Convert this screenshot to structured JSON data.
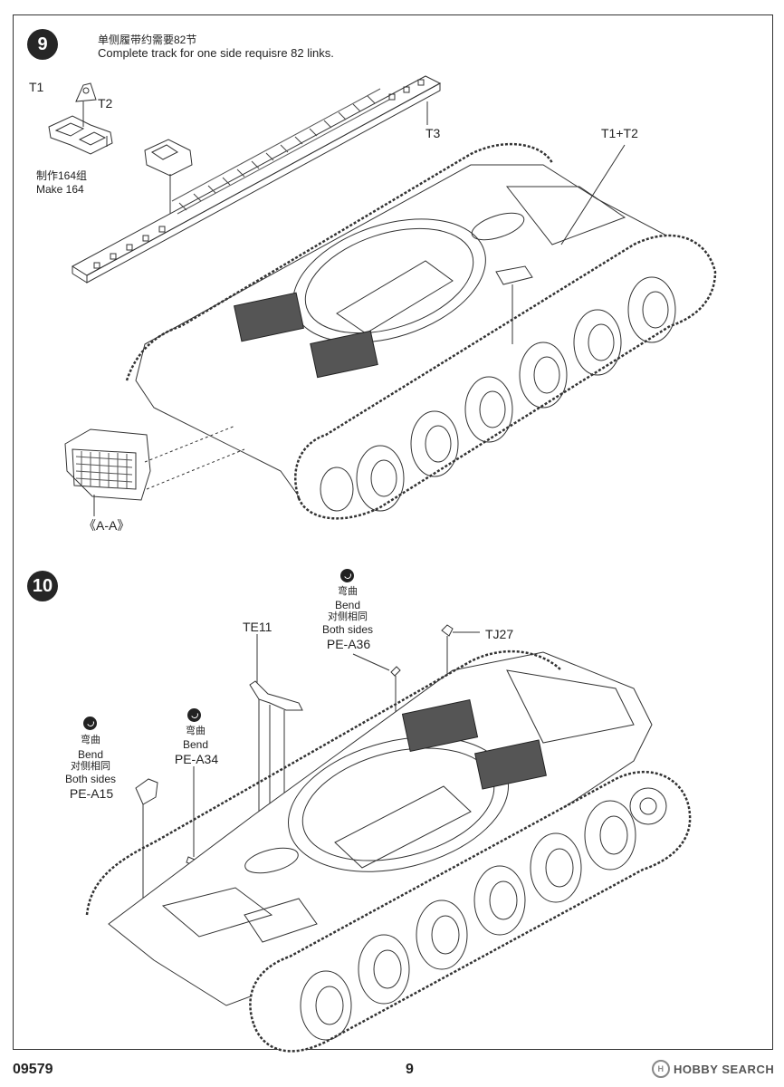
{
  "step9": {
    "number": "9",
    "note_cn": "单侧履带约需要82节",
    "note_en": "Complete track for one side requisre 82 links.",
    "labels": {
      "t1": "T1",
      "t2": "T2",
      "t3": "T3",
      "t1t2": "T1+T2"
    },
    "make_cn": "制作164组",
    "make_en": "Make 164",
    "section": "《A-A》"
  },
  "step10": {
    "number": "10",
    "te11": "TE11",
    "tj27": "TJ27",
    "pe_a36": {
      "bend_cn": "弯曲",
      "bend_en": "Bend",
      "both_cn": "对侧相同",
      "both_en": "Both sides",
      "part": "PE-A36"
    },
    "pe_a34": {
      "bend_cn": "弯曲",
      "bend_en": "Bend",
      "part": "PE-A34"
    },
    "pe_a15": {
      "bend_cn": "弯曲",
      "bend_en": "Bend",
      "both_cn": "对侧相同",
      "both_en": "Both sides",
      "part": "PE-A15"
    }
  },
  "footer": {
    "code": "09579",
    "page": "9",
    "watermark": "HOBBY SEARCH",
    "watermark_mark": "H"
  }
}
